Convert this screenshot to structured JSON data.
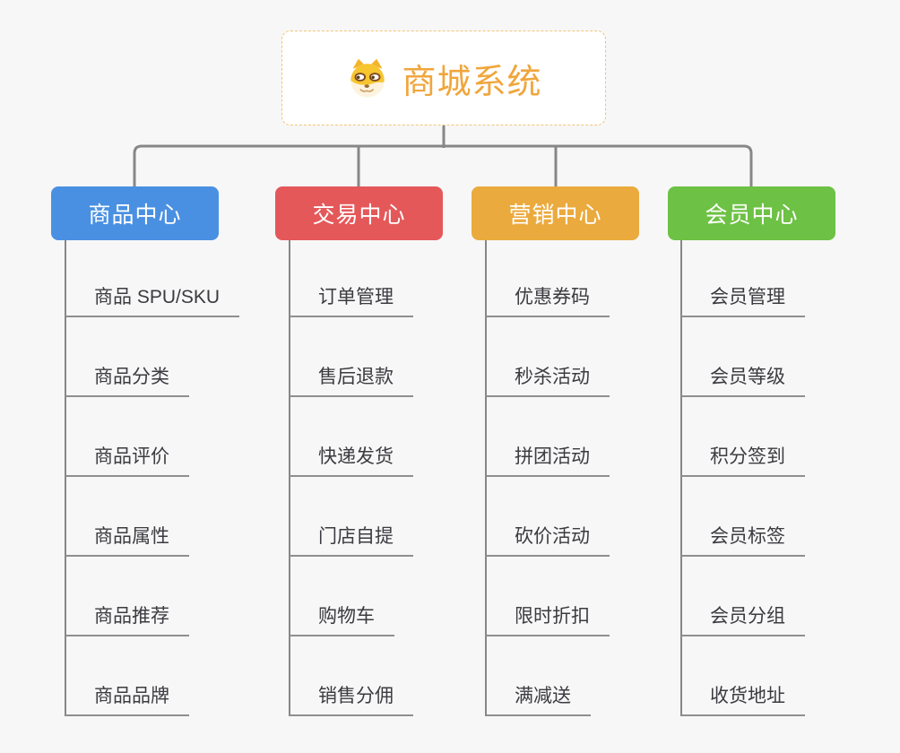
{
  "canvas": {
    "background_color": "#f7f7f7",
    "connector_color": "#878787",
    "underline_color": "#8f8f8f",
    "item_text_color": "#3b3b40"
  },
  "root": {
    "title": "商城系统",
    "icon": "dog-face-icon",
    "text_color": "#f0a63c",
    "border_color": "#f2c377",
    "fill_color": "#ffffff"
  },
  "branches": [
    {
      "label": "商品中心",
      "color": "#4a90e2",
      "items": [
        "商品 SPU/SKU",
        "商品分类",
        "商品评价",
        "商品属性",
        "商品推荐",
        "商品品牌"
      ]
    },
    {
      "label": "交易中心",
      "color": "#e4585a",
      "items": [
        "订单管理",
        "售后退款",
        "快递发货",
        "门店自提",
        "购物车",
        "销售分佣"
      ]
    },
    {
      "label": "营销中心",
      "color": "#ebaa3d",
      "items": [
        "优惠券码",
        "秒杀活动",
        "拼团活动",
        "砍价活动",
        "限时折扣",
        "满减送"
      ]
    },
    {
      "label": "会员中心",
      "color": "#6dc144",
      "items": [
        "会员管理",
        "会员等级",
        "积分签到",
        "会员标签",
        "会员分组",
        "收货地址"
      ]
    }
  ]
}
